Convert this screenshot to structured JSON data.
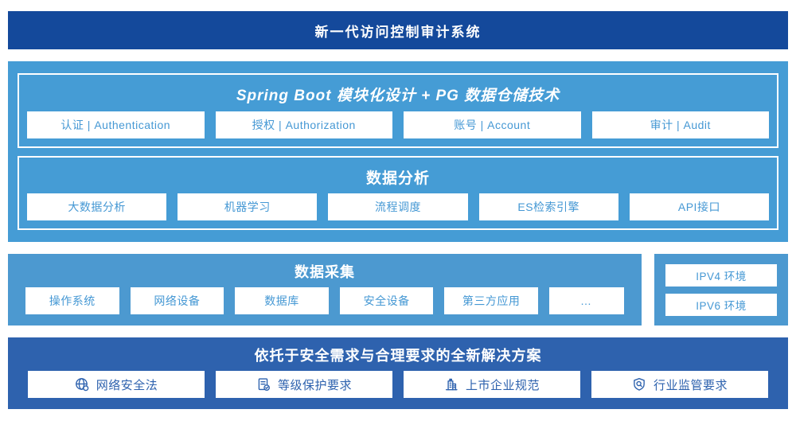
{
  "banner": {
    "title": "新一代访问控制审计系统"
  },
  "platform": {
    "modules_title": "Spring Boot 模块化设计 + PG 数据仓储技术",
    "modules": [
      "认证 | Authentication",
      "授权 | Authorization",
      "账号 | Account",
      "审计 | Audit"
    ],
    "analysis_title": "数据分析",
    "analysis": [
      "大数据分析",
      "机器学习",
      "流程调度",
      "ES检索引擎",
      "API接口"
    ]
  },
  "collection": {
    "title": "数据采集",
    "sources": [
      "操作系统",
      "网络设备",
      "数据库",
      "安全设备",
      "第三方应用",
      "…"
    ]
  },
  "network": {
    "items": [
      "IPV4 环境",
      "IPV6 环境"
    ]
  },
  "solution": {
    "title": "依托于安全需求与合理要求的全新解决方案",
    "items": [
      {
        "icon": "globe-icon",
        "label": "网络安全法"
      },
      {
        "icon": "document-check-icon",
        "label": "等级保护要求"
      },
      {
        "icon": "building-icon",
        "label": "上市企业规范"
      },
      {
        "icon": "shield-magnifier-icon",
        "label": "行业监管要求"
      }
    ]
  },
  "colors": {
    "banner_bg": "#14499B",
    "panel_blue": "#459CD5",
    "panel_blue_light": "#4C99D0",
    "solution_bg": "#2E62AE",
    "box_text_blue": "#4598D4",
    "solution_text_blue": "#2E62AE",
    "white": "#FFFFFF"
  }
}
